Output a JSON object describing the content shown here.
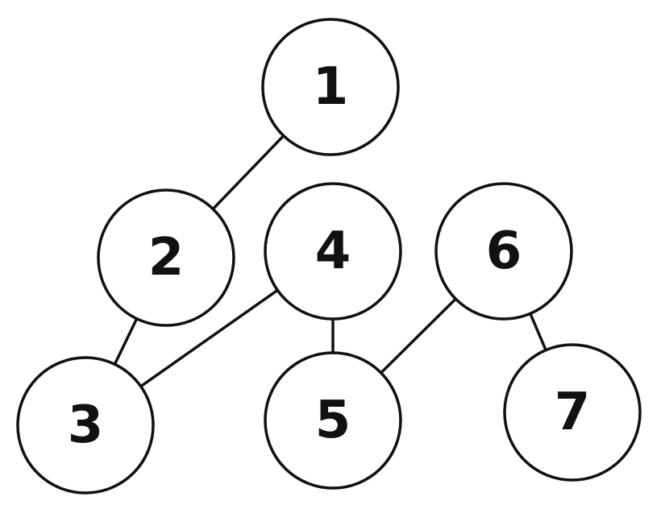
{
  "diagram": {
    "nodes": [
      {
        "id": "1",
        "label": "1"
      },
      {
        "id": "2",
        "label": "2"
      },
      {
        "id": "3",
        "label": "3"
      },
      {
        "id": "4",
        "label": "4"
      },
      {
        "id": "5",
        "label": "5"
      },
      {
        "id": "6",
        "label": "6"
      },
      {
        "id": "7",
        "label": "7"
      }
    ],
    "edges": [
      {
        "from": "1",
        "to": "2"
      },
      {
        "from": "2",
        "to": "3"
      },
      {
        "from": "3",
        "to": "4"
      },
      {
        "from": "4",
        "to": "5"
      },
      {
        "from": "5",
        "to": "6"
      },
      {
        "from": "6",
        "to": "7"
      }
    ],
    "colors": {
      "stroke": "#111111",
      "fill": "#ffffff"
    }
  }
}
